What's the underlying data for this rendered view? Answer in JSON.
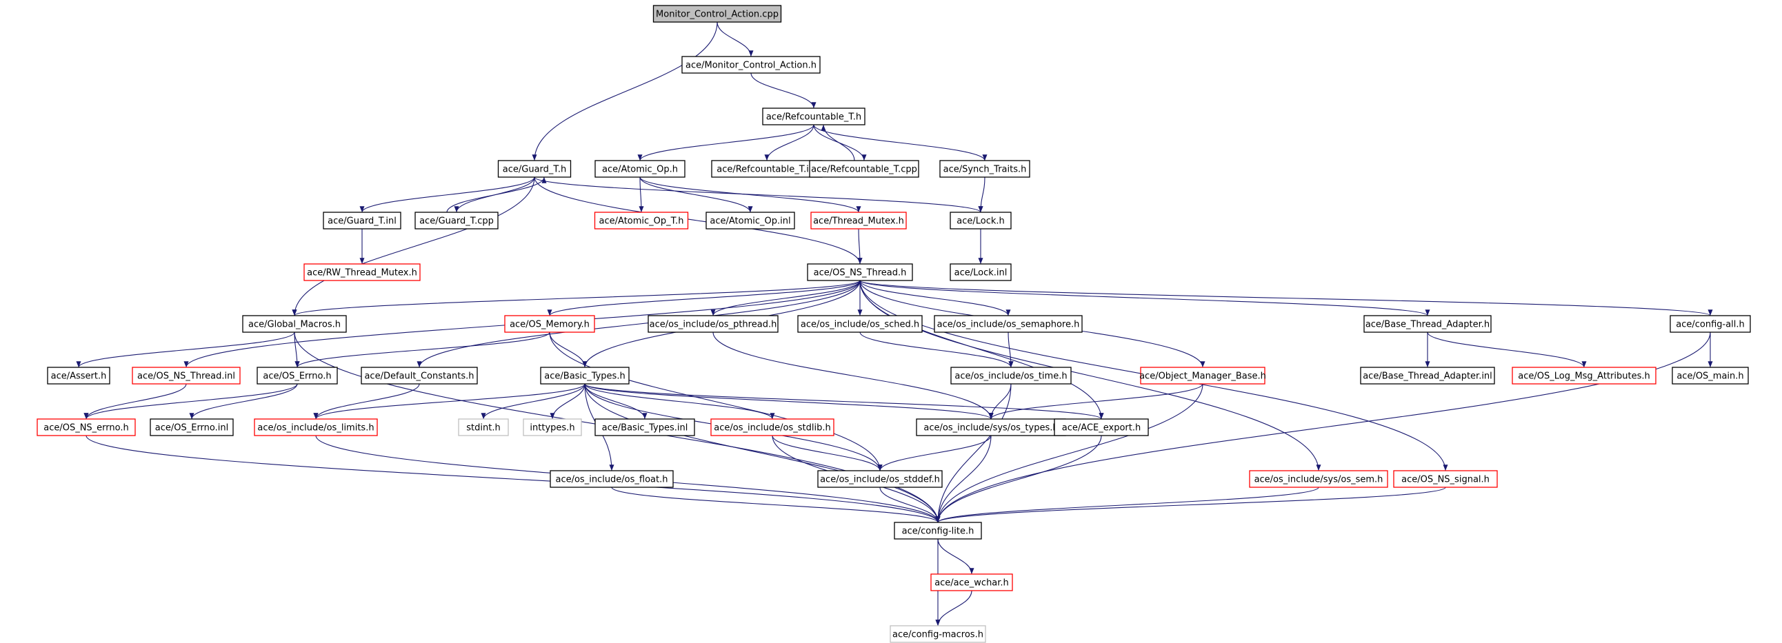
{
  "diagram": {
    "colors": {
      "edge": "#191970",
      "root_fill": "#bfbfbf",
      "documented_border": "#000000",
      "undocumented_border": "#ff0000",
      "external_border": "#bfbfbf",
      "external_text": "#666666"
    },
    "nodes": [
      {
        "id": "root",
        "label": "Monitor_Control_Action.cpp",
        "kind": "root"
      },
      {
        "id": "mon_h",
        "label": "ace/Monitor_Control_Action.h",
        "kind": "documented"
      },
      {
        "id": "refc_h",
        "label": "ace/Refcountable_T.h",
        "kind": "documented"
      },
      {
        "id": "guard_h",
        "label": "ace/Guard_T.h",
        "kind": "documented"
      },
      {
        "id": "atomic_h",
        "label": "ace/Atomic_Op.h",
        "kind": "documented"
      },
      {
        "id": "refc_inl",
        "label": "ace/Refcountable_T.inl",
        "kind": "documented"
      },
      {
        "id": "refc_cpp",
        "label": "ace/Refcountable_T.cpp",
        "kind": "documented"
      },
      {
        "id": "synch",
        "label": "ace/Synch_Traits.h",
        "kind": "documented"
      },
      {
        "id": "guard_inl",
        "label": "ace/Guard_T.inl",
        "kind": "documented"
      },
      {
        "id": "guard_cpp",
        "label": "ace/Guard_T.cpp",
        "kind": "documented"
      },
      {
        "id": "atomic_t",
        "label": "ace/Atomic_Op_T.h",
        "kind": "undocumented"
      },
      {
        "id": "atomic_inl",
        "label": "ace/Atomic_Op.inl",
        "kind": "documented"
      },
      {
        "id": "thread_mutex",
        "label": "ace/Thread_Mutex.h",
        "kind": "undocumented"
      },
      {
        "id": "lock_h",
        "label": "ace/Lock.h",
        "kind": "documented"
      },
      {
        "id": "rw_mutex",
        "label": "ace/RW_Thread_Mutex.h",
        "kind": "undocumented"
      },
      {
        "id": "os_ns_thread",
        "label": "ace/OS_NS_Thread.h",
        "kind": "documented"
      },
      {
        "id": "lock_inl",
        "label": "ace/Lock.inl",
        "kind": "documented"
      },
      {
        "id": "global_macros",
        "label": "ace/Global_Macros.h",
        "kind": "documented"
      },
      {
        "id": "os_memory",
        "label": "ace/OS_Memory.h",
        "kind": "undocumented"
      },
      {
        "id": "os_pthread",
        "label": "ace/os_include/os_pthread.h",
        "kind": "documented"
      },
      {
        "id": "os_sched",
        "label": "ace/os_include/os_sched.h",
        "kind": "documented"
      },
      {
        "id": "os_semaphore",
        "label": "ace/os_include/os_semaphore.h",
        "kind": "documented"
      },
      {
        "id": "base_thread",
        "label": "ace/Base_Thread_Adapter.h",
        "kind": "documented"
      },
      {
        "id": "config_all",
        "label": "ace/config-all.h",
        "kind": "documented"
      },
      {
        "id": "assert_h",
        "label": "ace/Assert.h",
        "kind": "documented"
      },
      {
        "id": "os_ns_thread_inl",
        "label": "ace/OS_NS_Thread.inl",
        "kind": "undocumented"
      },
      {
        "id": "os_errno",
        "label": "ace/OS_Errno.h",
        "kind": "documented"
      },
      {
        "id": "default_constants",
        "label": "ace/Default_Constants.h",
        "kind": "documented"
      },
      {
        "id": "basic_types",
        "label": "ace/Basic_Types.h",
        "kind": "documented"
      },
      {
        "id": "os_time",
        "label": "ace/os_include/os_time.h",
        "kind": "documented"
      },
      {
        "id": "object_manager",
        "label": "ace/Object_Manager_Base.h",
        "kind": "undocumented"
      },
      {
        "id": "base_thread_inl",
        "label": "ace/Base_Thread_Adapter.inl",
        "kind": "documented"
      },
      {
        "id": "os_log_msg",
        "label": "ace/OS_Log_Msg_Attributes.h",
        "kind": "undocumented"
      },
      {
        "id": "os_main",
        "label": "ace/OS_main.h",
        "kind": "documented"
      },
      {
        "id": "os_ns_errno",
        "label": "ace/OS_NS_errno.h",
        "kind": "undocumented"
      },
      {
        "id": "os_errno_inl",
        "label": "ace/OS_Errno.inl",
        "kind": "documented"
      },
      {
        "id": "os_limits",
        "label": "ace/os_include/os_limits.h",
        "kind": "undocumented"
      },
      {
        "id": "stdint",
        "label": "stdint.h",
        "kind": "external"
      },
      {
        "id": "inttypes",
        "label": "inttypes.h",
        "kind": "external"
      },
      {
        "id": "basic_types_inl",
        "label": "ace/Basic_Types.inl",
        "kind": "documented"
      },
      {
        "id": "os_stdlib",
        "label": "ace/os_include/os_stdlib.h",
        "kind": "undocumented"
      },
      {
        "id": "sys_types",
        "label": "ace/os_include/sys/os_types.h",
        "kind": "documented"
      },
      {
        "id": "ace_export",
        "label": "ace/ACE_export.h",
        "kind": "documented"
      },
      {
        "id": "os_float",
        "label": "ace/os_include/os_float.h",
        "kind": "documented"
      },
      {
        "id": "os_stddef",
        "label": "ace/os_include/os_stddef.h",
        "kind": "documented"
      },
      {
        "id": "sys_sem",
        "label": "ace/os_include/sys/os_sem.h",
        "kind": "undocumented"
      },
      {
        "id": "os_ns_signal",
        "label": "ace/OS_NS_signal.h",
        "kind": "undocumented"
      },
      {
        "id": "config_lite",
        "label": "ace/config-lite.h",
        "kind": "documented"
      },
      {
        "id": "ace_wchar",
        "label": "ace/ace_wchar.h",
        "kind": "undocumented"
      },
      {
        "id": "config_macros",
        "label": "ace/config-macros.h",
        "kind": "external"
      }
    ],
    "edges": [
      [
        "root",
        "mon_h"
      ],
      [
        "root",
        "guard_h"
      ],
      [
        "mon_h",
        "refc_h"
      ],
      [
        "refc_h",
        "atomic_h"
      ],
      [
        "refc_h",
        "refc_inl"
      ],
      [
        "refc_h",
        "refc_cpp"
      ],
      [
        "refc_h",
        "synch"
      ],
      [
        "refc_cpp",
        "refc_h"
      ],
      [
        "guard_h",
        "guard_inl"
      ],
      [
        "guard_h",
        "guard_cpp"
      ],
      [
        "guard_cpp",
        "guard_h"
      ],
      [
        "guard_h",
        "lock_h"
      ],
      [
        "guard_h",
        "os_ns_thread"
      ],
      [
        "guard_h",
        "global_macros"
      ],
      [
        "atomic_h",
        "atomic_t"
      ],
      [
        "atomic_h",
        "atomic_inl"
      ],
      [
        "atomic_h",
        "thread_mutex"
      ],
      [
        "synch",
        "lock_h"
      ],
      [
        "guard_inl",
        "rw_mutex"
      ],
      [
        "thread_mutex",
        "os_ns_thread"
      ],
      [
        "lock_h",
        "lock_inl"
      ],
      [
        "os_ns_thread",
        "global_macros"
      ],
      [
        "os_ns_thread",
        "os_memory"
      ],
      [
        "os_ns_thread",
        "os_pthread"
      ],
      [
        "os_ns_thread",
        "os_sched"
      ],
      [
        "os_ns_thread",
        "os_semaphore"
      ],
      [
        "os_ns_thread",
        "base_thread"
      ],
      [
        "os_ns_thread",
        "config_all"
      ],
      [
        "os_ns_thread",
        "os_ns_thread_inl"
      ],
      [
        "os_ns_thread",
        "default_constants"
      ],
      [
        "os_ns_thread",
        "basic_types"
      ],
      [
        "os_ns_thread",
        "object_manager"
      ],
      [
        "os_ns_thread",
        "ace_export"
      ],
      [
        "os_ns_thread",
        "sys_sem"
      ],
      [
        "os_ns_thread",
        "os_ns_signal"
      ],
      [
        "global_macros",
        "assert_h"
      ],
      [
        "global_macros",
        "os_errno"
      ],
      [
        "global_macros",
        "config_lite"
      ],
      [
        "os_memory",
        "os_errno"
      ],
      [
        "os_memory",
        "basic_types"
      ],
      [
        "os_memory",
        "os_stddef"
      ],
      [
        "os_pthread",
        "sys_types"
      ],
      [
        "os_sched",
        "os_time"
      ],
      [
        "os_semaphore",
        "os_time"
      ],
      [
        "base_thread",
        "base_thread_inl"
      ],
      [
        "base_thread",
        "os_log_msg"
      ],
      [
        "config_all",
        "os_main"
      ],
      [
        "config_all",
        "config_lite"
      ],
      [
        "os_ns_thread_inl",
        "os_ns_errno"
      ],
      [
        "os_errno",
        "os_ns_errno"
      ],
      [
        "os_errno",
        "os_errno_inl"
      ],
      [
        "default_constants",
        "os_limits"
      ],
      [
        "basic_types",
        "stdint"
      ],
      [
        "basic_types",
        "inttypes"
      ],
      [
        "basic_types",
        "basic_types_inl"
      ],
      [
        "basic_types",
        "os_stdlib"
      ],
      [
        "basic_types",
        "sys_types"
      ],
      [
        "basic_types",
        "ace_export"
      ],
      [
        "basic_types",
        "os_float"
      ],
      [
        "basic_types",
        "os_stddef"
      ],
      [
        "basic_types",
        "os_limits"
      ],
      [
        "basic_types",
        "config_lite"
      ],
      [
        "os_time",
        "sys_types"
      ],
      [
        "os_time",
        "config_lite"
      ],
      [
        "object_manager",
        "sys_types"
      ],
      [
        "object_manager",
        "config_lite"
      ],
      [
        "os_ns_errno",
        "config_lite"
      ],
      [
        "os_limits",
        "config_lite"
      ],
      [
        "os_stdlib",
        "os_stddef"
      ],
      [
        "os_stdlib",
        "config_lite"
      ],
      [
        "sys_types",
        "os_stddef"
      ],
      [
        "sys_types",
        "config_lite"
      ],
      [
        "ace_export",
        "config_lite"
      ],
      [
        "os_float",
        "config_lite"
      ],
      [
        "os_stddef",
        "config_lite"
      ],
      [
        "sys_sem",
        "config_lite"
      ],
      [
        "os_ns_signal",
        "config_lite"
      ],
      [
        "config_lite",
        "ace_wchar"
      ],
      [
        "config_lite",
        "config_macros"
      ],
      [
        "ace_wchar",
        "config_macros"
      ]
    ]
  }
}
